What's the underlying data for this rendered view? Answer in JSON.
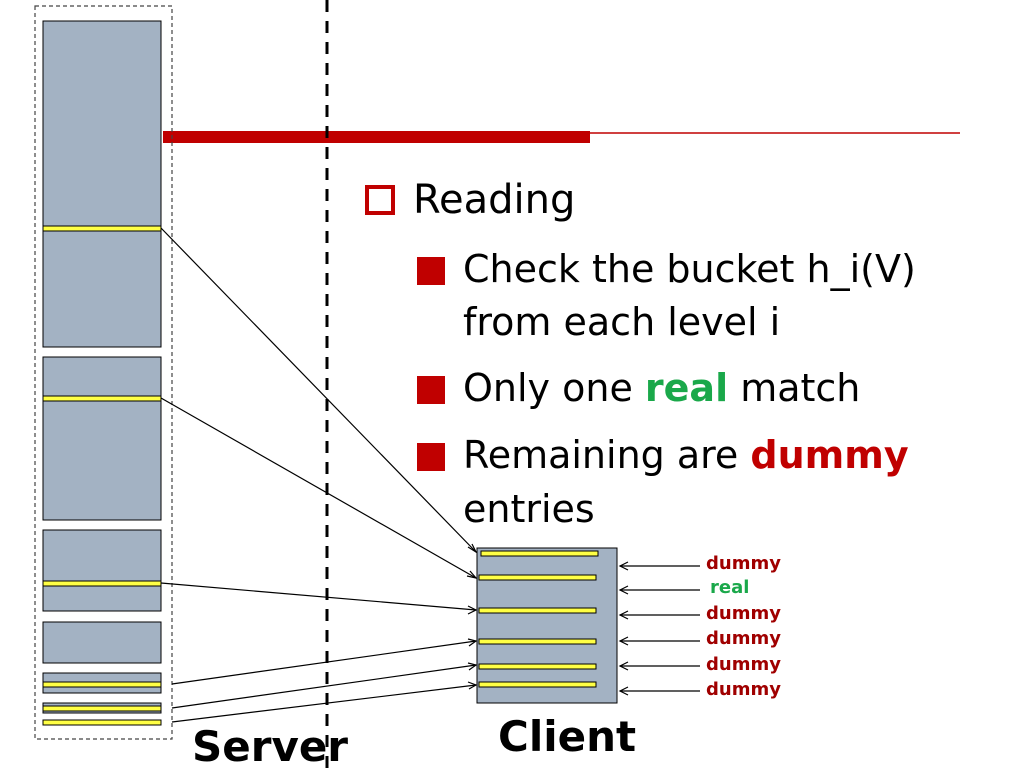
{
  "heading": "Reading",
  "bullets": [
    {
      "line1": "Check the bucket h_i(V)",
      "line2": "from each level i"
    },
    {
      "pre": "Only one ",
      "emph": "real",
      "post": " match"
    },
    {
      "pre": "Remaining are ",
      "emph": "dummy",
      "line2": "entries"
    }
  ],
  "labels": {
    "server": "Server",
    "client": "Client"
  },
  "client_tags": [
    "dummy",
    "real",
    "dummy",
    "dummy",
    "dummy",
    "dummy"
  ],
  "colors": {
    "accent_red": "#c00000",
    "real_green": "#1aa84a",
    "dummy_red": "#a00000",
    "block_fill": "#a3b2c3",
    "slot_yellow": "#ffff44"
  }
}
